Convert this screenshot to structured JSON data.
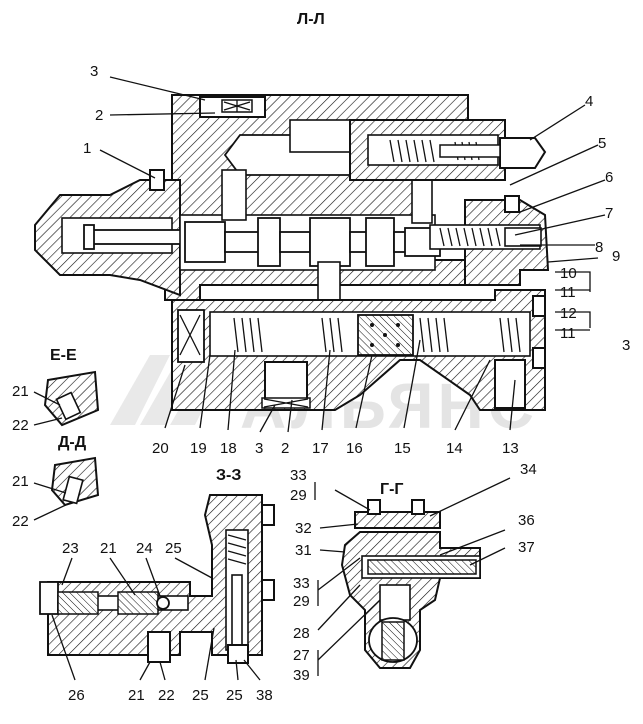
{
  "sections": {
    "ll": "Л-Л",
    "ee": "Е-Е",
    "dd": "Д-Д",
    "zz": "З-З",
    "gg": "Г-Г"
  },
  "watermark": {
    "brand": "АЛЬЯНС"
  },
  "labels": {
    "ll": [
      "3",
      "2",
      "1",
      "4",
      "5",
      "6",
      "7",
      "8",
      "9",
      "10",
      "11",
      "12",
      "11",
      "3",
      "20",
      "19",
      "18",
      "3",
      "2",
      "17",
      "16",
      "15",
      "14",
      "13"
    ],
    "ee": [
      "21",
      "22"
    ],
    "dd": [
      "21",
      "22"
    ],
    "bottom_left": [
      "23",
      "21",
      "24",
      "25",
      "26",
      "21",
      "22",
      "25",
      "25",
      "38"
    ],
    "gg": [
      "33",
      "29",
      "34",
      "32",
      "36",
      "31",
      "37",
      "33",
      "29",
      "28",
      "27",
      "39"
    ]
  },
  "colors": {
    "ink": "#111111",
    "hatch_bg": "#ffffff",
    "watermark": "#cfcfcf"
  },
  "icons": {
    "brand_logo": "alliance-logo-icon"
  }
}
